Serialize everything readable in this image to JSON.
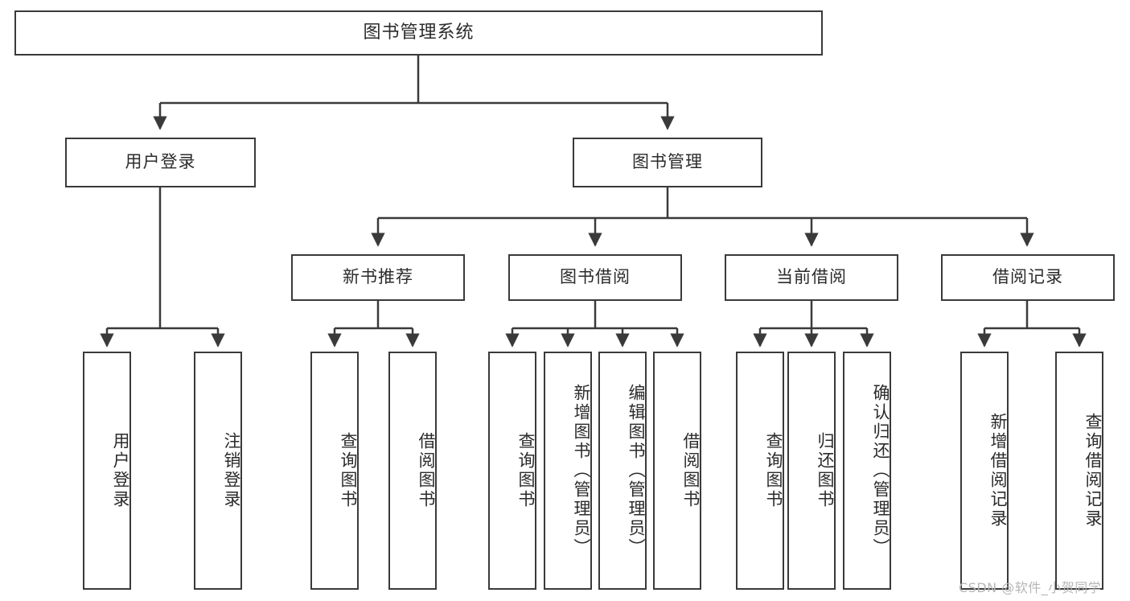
{
  "diagram": {
    "title": "图书管理系统",
    "type": "tree",
    "style": {
      "border_color": "#3a3a3a",
      "fill_color": "#ffffff",
      "text_color": "#2b2b2b",
      "background": "#ffffff",
      "watermark_color": "#b6b6b6"
    },
    "watermark": "CSDN @软件_小贺同学",
    "nodes": {
      "root": {
        "label": "图书管理系统",
        "level": 1,
        "orientation": "horizontal"
      },
      "user_login": {
        "label": "用户登录",
        "level": 2,
        "orientation": "horizontal"
      },
      "book_manage": {
        "label": "图书管理",
        "level": 2,
        "orientation": "horizontal"
      },
      "new_book_rec": {
        "label": "新书推荐",
        "level": 3,
        "orientation": "horizontal"
      },
      "book_borrow": {
        "label": "图书借阅",
        "level": 3,
        "orientation": "horizontal"
      },
      "current_borrow": {
        "label": "当前借阅",
        "level": 3,
        "orientation": "horizontal"
      },
      "borrow_record": {
        "label": "借阅记录",
        "level": 3,
        "orientation": "horizontal"
      },
      "leaf_user_login": {
        "label": "用户登录",
        "level": 4,
        "orientation": "vertical"
      },
      "leaf_logout": {
        "label": "注销登录",
        "level": 4,
        "orientation": "vertical"
      },
      "leaf_query_book_1": {
        "label": "查询图书",
        "level": 4,
        "orientation": "vertical"
      },
      "leaf_borrow_book_1": {
        "label": "借阅图书",
        "level": 4,
        "orientation": "vertical"
      },
      "leaf_query_book_2": {
        "label": "查询图书",
        "level": 4,
        "orientation": "vertical"
      },
      "leaf_add_book": {
        "label": "新增图书（管理员）",
        "level": 4,
        "orientation": "vertical"
      },
      "leaf_edit_book": {
        "label": "编辑图书（管理员）",
        "level": 4,
        "orientation": "vertical"
      },
      "leaf_borrow_book_2": {
        "label": "借阅图书",
        "level": 4,
        "orientation": "vertical"
      },
      "leaf_query_book_3": {
        "label": "查询图书",
        "level": 4,
        "orientation": "vertical"
      },
      "leaf_return_book": {
        "label": "归还图书",
        "level": 4,
        "orientation": "vertical"
      },
      "leaf_confirm_return": {
        "label": "确认归还（管理员）",
        "level": 4,
        "orientation": "vertical"
      },
      "leaf_add_record": {
        "label": "新增借阅记录",
        "level": 4,
        "orientation": "vertical"
      },
      "leaf_query_record": {
        "label": "查询借阅记录",
        "level": 4,
        "orientation": "vertical"
      }
    },
    "edges": [
      {
        "from": "root",
        "to": "user_login"
      },
      {
        "from": "root",
        "to": "book_manage"
      },
      {
        "from": "book_manage",
        "to": "new_book_rec"
      },
      {
        "from": "book_manage",
        "to": "book_borrow"
      },
      {
        "from": "book_manage",
        "to": "current_borrow"
      },
      {
        "from": "book_manage",
        "to": "borrow_record"
      },
      {
        "from": "user_login",
        "to": "leaf_user_login"
      },
      {
        "from": "user_login",
        "to": "leaf_logout"
      },
      {
        "from": "new_book_rec",
        "to": "leaf_query_book_1"
      },
      {
        "from": "new_book_rec",
        "to": "leaf_borrow_book_1"
      },
      {
        "from": "book_borrow",
        "to": "leaf_query_book_2"
      },
      {
        "from": "book_borrow",
        "to": "leaf_add_book"
      },
      {
        "from": "book_borrow",
        "to": "leaf_edit_book"
      },
      {
        "from": "book_borrow",
        "to": "leaf_borrow_book_2"
      },
      {
        "from": "current_borrow",
        "to": "leaf_query_book_3"
      },
      {
        "from": "current_borrow",
        "to": "leaf_return_book"
      },
      {
        "from": "current_borrow",
        "to": "leaf_confirm_return"
      },
      {
        "from": "borrow_record",
        "to": "leaf_add_record"
      },
      {
        "from": "borrow_record",
        "to": "leaf_query_record"
      }
    ]
  }
}
